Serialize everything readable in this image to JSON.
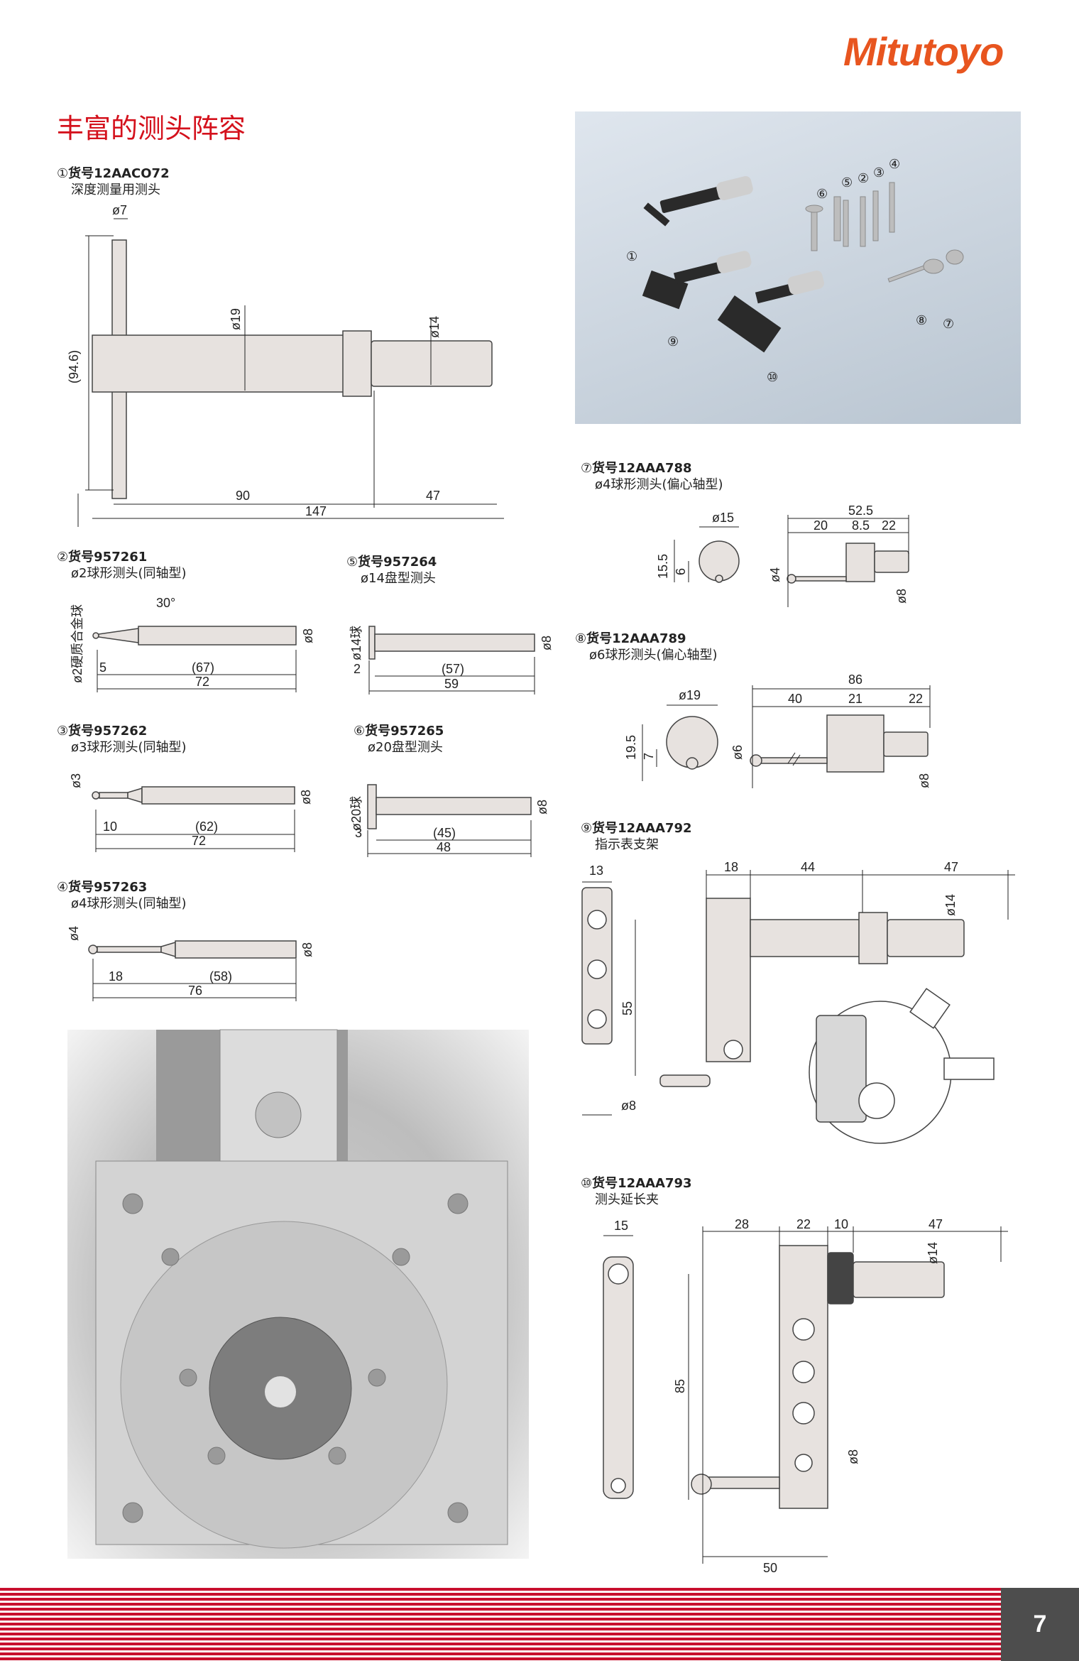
{
  "brand": {
    "logo_text": "Mitutoyo"
  },
  "page_title": "丰富的测头阵容",
  "page_number": "7",
  "photo_labels": [
    "①",
    "②",
    "③",
    "④",
    "⑤",
    "⑥",
    "⑦",
    "⑧",
    "⑨",
    "⑩"
  ],
  "items": [
    {
      "num": "①",
      "code": "货号12AACO72",
      "desc": "深度测量用测头",
      "dims": [
        "ø7",
        "ø19",
        "ø14",
        "(94.6)",
        "90",
        "47",
        "147"
      ]
    },
    {
      "num": "②",
      "code": "货号957261",
      "desc": "ø2球形测头(同轴型)",
      "dims": [
        "30°",
        "ø2硬质合金球",
        "ø8",
        "5",
        "(67)",
        "72"
      ]
    },
    {
      "num": "③",
      "code": "货号957262",
      "desc": "ø3球形测头(同轴型)",
      "dims": [
        "ø3",
        "ø8",
        "10",
        "(62)",
        "72"
      ]
    },
    {
      "num": "④",
      "code": "货号957263",
      "desc": "ø4球形测头(同轴型)",
      "dims": [
        "ø4",
        "ø8",
        "18",
        "(58)",
        "76"
      ]
    },
    {
      "num": "⑤",
      "code": "货号957264",
      "desc": "ø14盘型测头",
      "dims": [
        "ø14球",
        "ø8",
        "2",
        "(57)",
        "59"
      ]
    },
    {
      "num": "⑥",
      "code": "货号957265",
      "desc": "ø20盘型测头",
      "dims": [
        "ø20球",
        "ø8",
        "3",
        "(45)",
        "48"
      ]
    },
    {
      "num": "⑦",
      "code": "货号12AAA788",
      "desc": "ø4球形测头(偏心轴型)",
      "dims": [
        "ø15",
        "15.5",
        "6",
        "ø4",
        "52.5",
        "20",
        "8.5",
        "22",
        "ø8"
      ]
    },
    {
      "num": "⑧",
      "code": "货号12AAA789",
      "desc": "ø6球形测头(偏心轴型)",
      "dims": [
        "ø19",
        "19.5",
        "7",
        "ø6",
        "86",
        "40",
        "21",
        "22",
        "ø8"
      ]
    },
    {
      "num": "⑨",
      "code": "货号12AAA792",
      "desc": "指示表支架",
      "dims": [
        "13",
        "18",
        "44",
        "47",
        "ø14",
        "55",
        "ø8"
      ]
    },
    {
      "num": "⑩",
      "code": "货号12AAA793",
      "desc": "测头延长夹",
      "dims": [
        "15",
        "28",
        "22",
        "10",
        "47",
        "ø14",
        "85",
        "ø8",
        "50"
      ]
    }
  ]
}
